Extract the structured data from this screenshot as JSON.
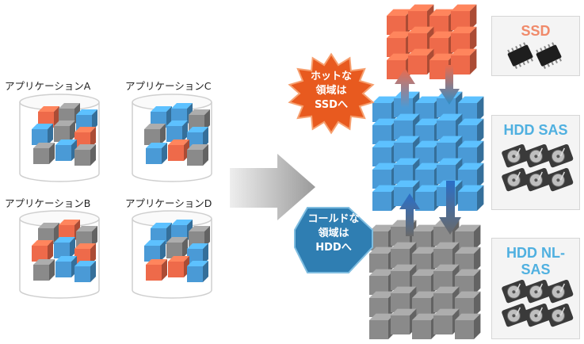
{
  "applications": [
    {
      "label": "アプリケーションA",
      "cubes": [
        "orange",
        "gray",
        "blue",
        "blue",
        "gray",
        "orange",
        "gray",
        "blue",
        "gray"
      ]
    },
    {
      "label": "アプリケーションC",
      "cubes": [
        "blue",
        "blue",
        "gray",
        "gray",
        "blue",
        "blue",
        "blue",
        "orange",
        "gray"
      ]
    },
    {
      "label": "アプリケーションB",
      "cubes": [
        "gray",
        "orange",
        "gray",
        "orange",
        "blue",
        "orange",
        "gray",
        "blue",
        "blue"
      ]
    },
    {
      "label": "アプリケーションD",
      "cubes": [
        "blue",
        "blue",
        "gray",
        "blue",
        "gray",
        "blue",
        "orange",
        "orange",
        "blue"
      ]
    }
  ],
  "callouts": {
    "hot": "ホットな\n領域は\nSSDへ",
    "cold": "コールドな\n領域は\nHDDへ"
  },
  "tiers": {
    "ssd": {
      "label": "SSD",
      "color": "#f08a6a"
    },
    "sas": {
      "label": "HDD SAS",
      "color": "#4fb0e0"
    },
    "nlsas": {
      "label": "HDD NL-\nSAS",
      "color": "#4fb0e0"
    }
  },
  "colors": {
    "orange": "#ee6a4a",
    "blue": "#4a9ad6",
    "gray": "#8a8a8a",
    "hot_burst": "#e85a1f",
    "cold_badge": "#2f7eb2",
    "arrow_up": "#e8774a",
    "arrow_down": "#3a8ec0"
  },
  "icons": {
    "move_arrow": "big-right-arrow-icon",
    "ssd_chip": "ssd-chip-icon",
    "hdd_disk": "hard-disk-icon"
  }
}
